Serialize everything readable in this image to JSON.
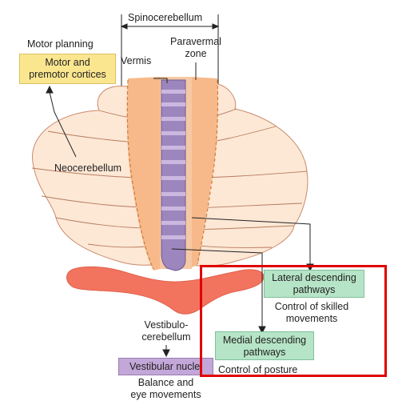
{
  "labels": {
    "spinocerebellum": "Spinocerebellum",
    "paravermal_zone": [
      "Paravermal",
      "zone"
    ],
    "vermis": "Vermis",
    "motor_planning": "Motor planning",
    "neocerebellum": "Neocerebellum",
    "vestibulocerebellum": [
      "Vestibulo-",
      "cerebellum"
    ],
    "control_skilled": [
      "Control of skilled",
      "movements"
    ],
    "control_posture": "Control of posture",
    "balance": [
      "Balance and",
      "eye movements"
    ]
  },
  "boxes": {
    "motor_cortices": [
      "Motor and",
      "premotor cortices"
    ],
    "lateral_pathways": [
      "Lateral descending",
      "pathways"
    ],
    "medial_pathways": [
      "Medial descending",
      "pathways"
    ],
    "vestibular_nuclei": "Vestibular nuclei"
  },
  "colors": {
    "lobe_fill": "#fde8d6",
    "lobe_stroke": "#c98a6a",
    "paravermal_fill": "#f7b98a",
    "vermis_purple": "#9d86be",
    "vermis_stripe": "#cbb8e0",
    "flocculonodular": "#f2735e",
    "highlight": "#e00000"
  }
}
